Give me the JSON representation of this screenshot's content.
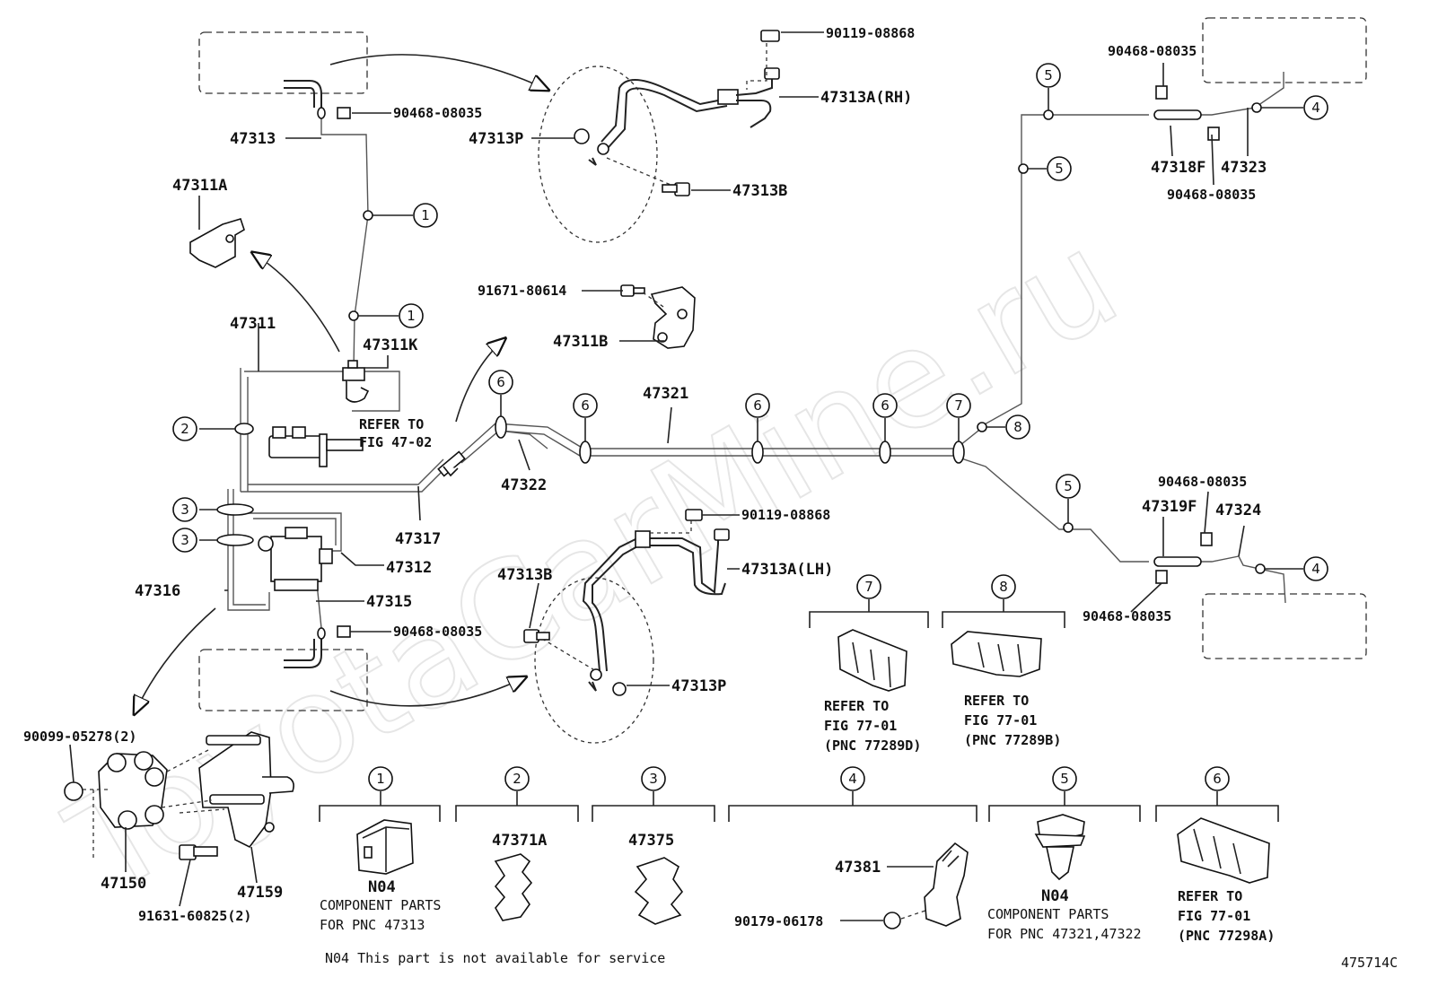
{
  "watermark": "ToyotaCarMine.ru",
  "figure_code": "475714C",
  "footnote": "N04 This part is not available for service",
  "part_labels": {
    "p47313": "47313",
    "p90468a": "90468-08035",
    "p47311A": "47311A",
    "p47311": "47311",
    "p47311K": "47311K",
    "refer_to": "REFER TO",
    "fig47": "FIG 47-02",
    "p47317": "47317",
    "p47322": "47322",
    "p47321": "47321",
    "p47312": "47312",
    "p47316": "47316",
    "p47315": "47315",
    "p90468b": "90468-08035",
    "p90119a": "90119-08868",
    "p47313A_RH": "47313A(RH)",
    "p47313P_top": "47313P",
    "p47313B_top": "47313B",
    "p91671": "91671-80614",
    "p47311B": "47311B",
    "p90119b": "90119-08868",
    "p47313A_LH": "47313A(LH)",
    "p47313B_bot": "47313B",
    "p47313P_bot": "47313P",
    "p90468c": "90468-08035",
    "p47318F": "47318F",
    "p47323": "47323",
    "p90468d": "90468-08035",
    "p90468e": "90468-08035",
    "p47319F": "47319F",
    "p47324": "47324",
    "p90468f": "90468-08035",
    "p90099": "90099-05278(2)",
    "p47150": "47150",
    "p47159": "47159",
    "p91631": "91631-60825(2)",
    "p47371A": "47371A",
    "p47375": "47375",
    "p47381": "47381",
    "p90179": "90179-06178"
  },
  "circle_numbers": [
    "1",
    "2",
    "3",
    "4",
    "5",
    "6",
    "7",
    "8"
  ],
  "legend_boxes": {
    "b1_code": "N04",
    "b1_line1": "COMPONENT PARTS",
    "b1_line2": "FOR PNC 47313",
    "b5_code": "N04",
    "b5_line1": "COMPONENT PARTS",
    "b5_line2": "FOR PNC 47321,47322",
    "b6_line1": "REFER TO",
    "b6_line2": "FIG 77-01",
    "b6_line3": "(PNC 77298A)",
    "b7_line1": "REFER TO",
    "b7_line2": "FIG 77-01",
    "b7_line3": "(PNC 77289D)",
    "b8_line1": "REFER TO",
    "b8_line2": "FIG 77-01",
    "b8_line3": "(PNC 77289B)"
  }
}
